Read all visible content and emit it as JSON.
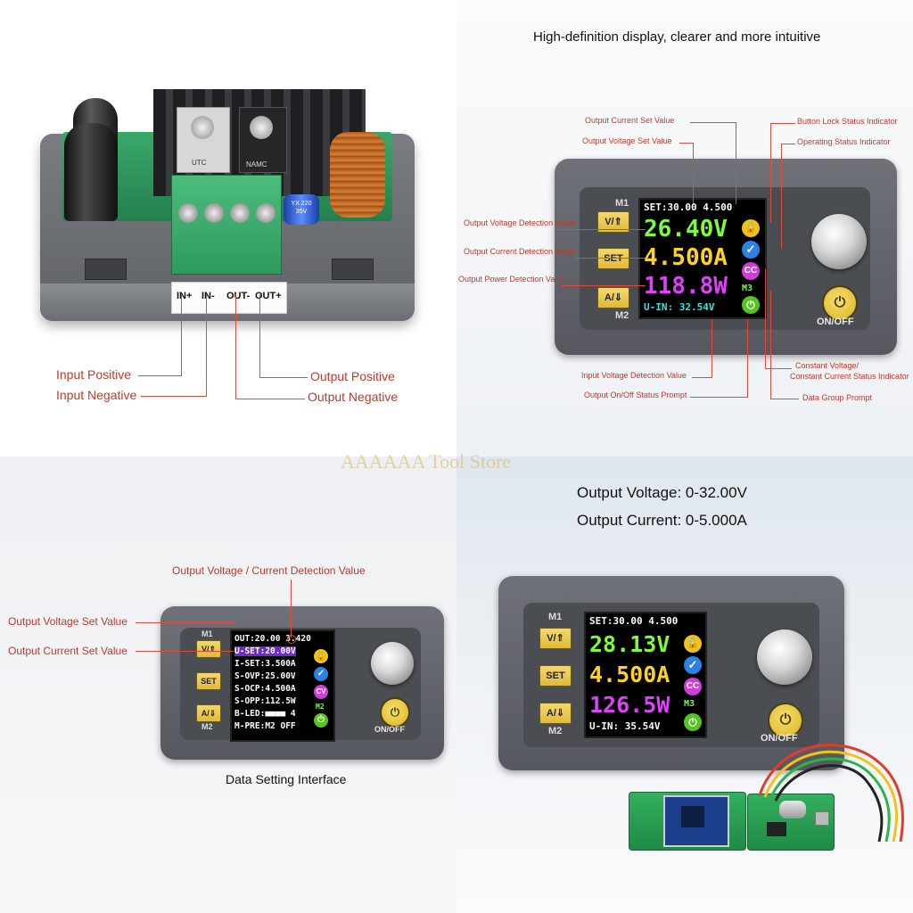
{
  "watermark": "AAAAAA Tool Store",
  "q1": {
    "terminals": [
      "IN+",
      "IN-",
      "OUT-",
      "OUT+"
    ],
    "heatsink_labels": [
      "UTC",
      "NAMC"
    ],
    "cap_label": "YX 220 35V",
    "labels": {
      "input_positive": "Input Positive",
      "input_negative": "Input Negative",
      "output_positive": "Output Positive",
      "output_negative": "Output Negative"
    }
  },
  "q2": {
    "title": "High-definition display, clearer and more intuitive",
    "callouts": {
      "output_current_set": "Output Current Set Value",
      "output_voltage_set": "Output Voltage Set Value",
      "button_lock": "Button Lock Status Indicator",
      "operating_status": "Operating Status Indicator",
      "voltage_detect": "Output Voltage Detection Value",
      "current_detect": "Output Current Detection Value",
      "power_detect": "Output Power Detection Value",
      "input_voltage": "Input Voltage Detection Value",
      "onoff_prompt": "Output On/Off Status Prompt",
      "cv_cc_1": "Constant Voltage/",
      "cv_cc_2": "Constant Current Status Indicator",
      "data_group": "Data Group Prompt"
    },
    "device": {
      "m1": "M1",
      "m2": "M2",
      "btn_v": "V/⇑",
      "btn_set": "SET",
      "btn_a": "A/⇓",
      "set_line": "SET:30.00 4.500",
      "voltage": "26.40V",
      "current": "4.500A",
      "power": "118.8W",
      "group": "M3",
      "uin": "U-IN: 32.54V",
      "mode": "CC",
      "onoff": "ON/OFF"
    }
  },
  "q3": {
    "callouts": {
      "detect": "Output Voltage / Current Detection Value",
      "voltage_set": "Output Voltage Set Value",
      "current_set": "Output Current Set Value"
    },
    "caption": "Data Setting Interface",
    "device": {
      "m1": "M1",
      "m2": "M2",
      "btn_v": "V/⇑",
      "btn_set": "SET",
      "btn_a": "A/⇓",
      "rows": [
        {
          "text": "OUT:20.00 3.420",
          "color": "#ffffff"
        },
        {
          "text": "U-SET:20.00V",
          "color": "#ffffff"
        },
        {
          "text": "I-SET:3.500A",
          "color": "#ffffff"
        },
        {
          "text": "S-OVP:25.00V",
          "color": "#ffffff"
        },
        {
          "text": "S-OCP:4.500A",
          "color": "#ffffff"
        },
        {
          "text": "S-OPP:112.5W",
          "color": "#ffffff"
        },
        {
          "text": "B-LED:■■■■ 4",
          "color": "#ffffff"
        },
        {
          "text": "M-PRE:M2 OFF",
          "color": "#ffffff"
        }
      ],
      "mode": "CV",
      "group": "M2",
      "onoff": "ON/OFF"
    }
  },
  "q4": {
    "spec_voltage": "Output Voltage: 0-32.00V",
    "spec_current": "Output Current: 0-5.000A",
    "device": {
      "m1": "M1",
      "m2": "M2",
      "btn_v": "V/⇑",
      "btn_set": "SET",
      "btn_a": "A/⇓",
      "set_line": "SET:30.00 4.500",
      "voltage": "28.13V",
      "current": "4.500A",
      "power": "126.5W",
      "group": "M3",
      "uin": "U-IN: 35.54V",
      "mode": "CC",
      "onoff": "ON/OFF"
    }
  },
  "colors": {
    "callout_red": "#c0392b",
    "lcd_voltage": "#7CFC3C",
    "lcd_current": "#FFD21F",
    "lcd_power": "#E040FB",
    "lcd_set": "#ffffff",
    "lcd_uin": "#2ee6e6",
    "button_yellow": "#f0cc4e"
  }
}
